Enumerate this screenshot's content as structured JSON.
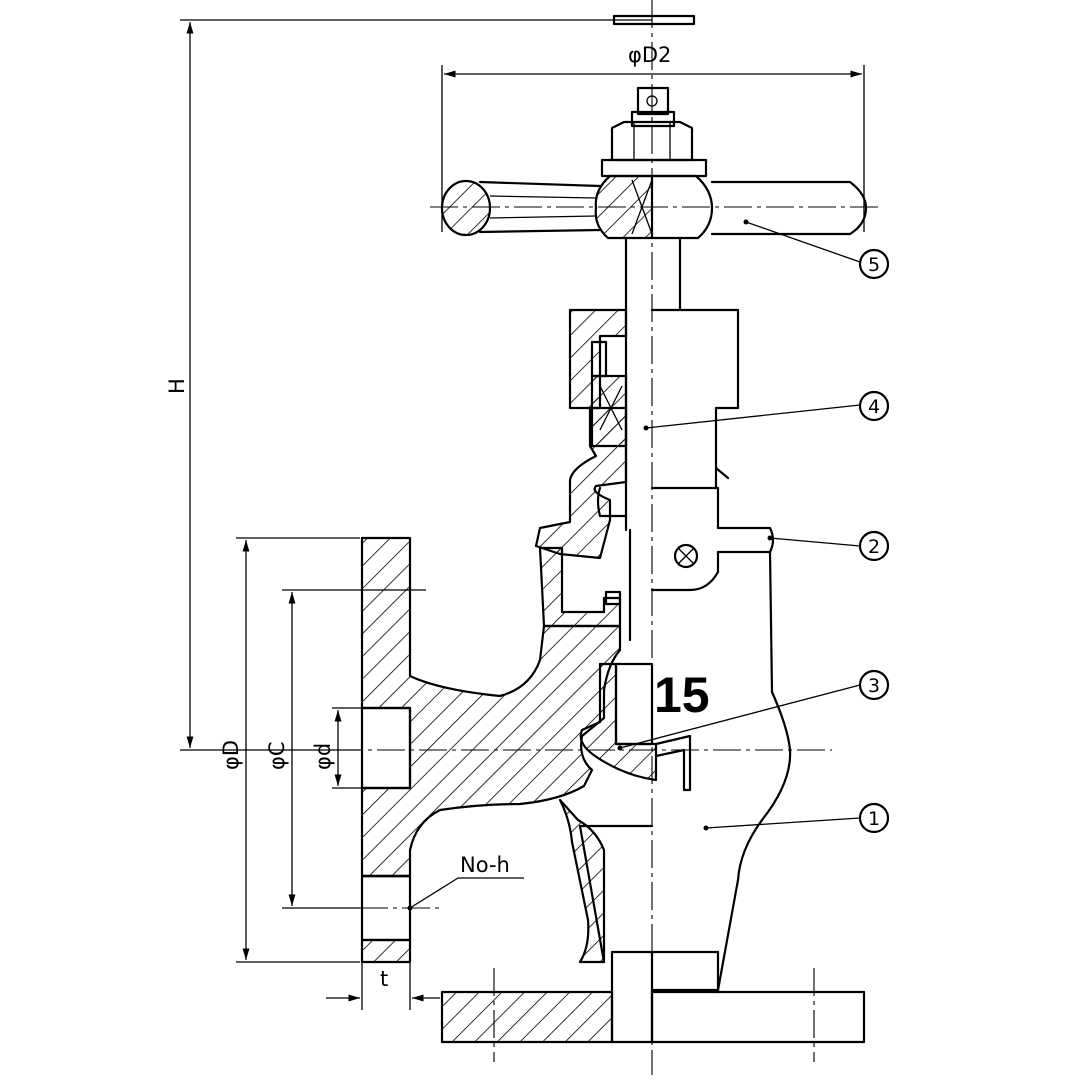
{
  "dimensions": {
    "handwheel_diameter": "φD2",
    "height": "H",
    "flange_diameter": "φD",
    "bolt_circle": "φC",
    "bore": "φd",
    "bolt_holes": "No-h",
    "thickness": "t"
  },
  "part_balloons": [
    "1",
    "2",
    "3",
    "4",
    "5"
  ],
  "size_label": "15"
}
